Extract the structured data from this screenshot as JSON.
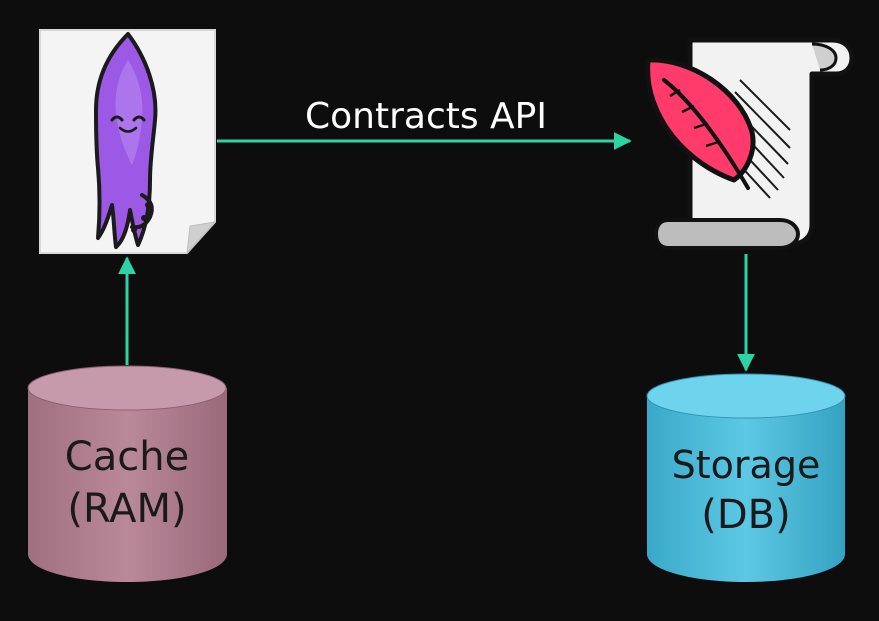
{
  "diagram": {
    "edge_label": "Contracts API",
    "cache_label_line1": "Cache",
    "cache_label_line2": "(RAM)",
    "storage_label_line1": "Storage",
    "storage_label_line2": "(DB)"
  },
  "colors": {
    "background": "#0d0d0d",
    "arrow": "#2ed3a4",
    "cache_fill": "#b07a8c",
    "cache_top": "#c48fa1",
    "storage_fill": "#4cbad8",
    "storage_top": "#5fcae6",
    "text": "#ffffff",
    "label_text": "#1a1a1a",
    "octopus": "#9b59e6",
    "quill": "#ff3b6b"
  },
  "icons": {
    "left_node": "octopus-document-icon",
    "right_node": "quill-scroll-icon"
  }
}
